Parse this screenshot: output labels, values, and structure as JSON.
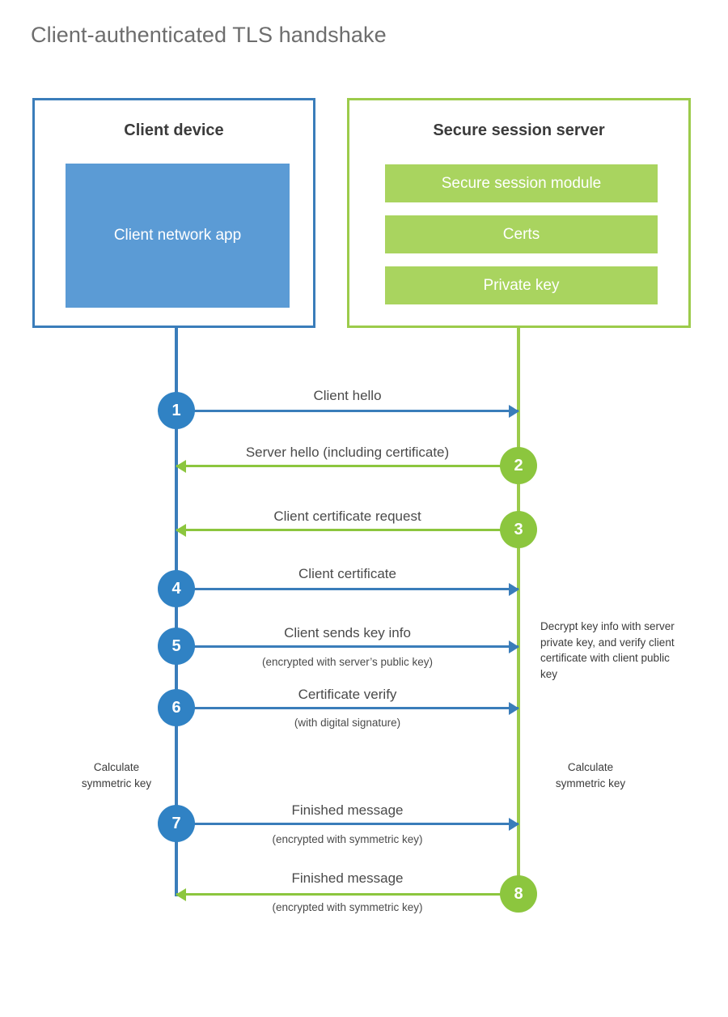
{
  "page": {
    "title": "Client-authenticated TLS handshake"
  },
  "colors": {
    "client_blue": "#3a7dba",
    "client_app_fill": "#5b9bd5",
    "server_green": "#9ccb4b",
    "server_bar_fill": "#a9d45f",
    "step_blue": "#3082c4",
    "step_green": "#8cc63e",
    "title_gray": "#6d6d6d",
    "text_gray": "#4a4a4a"
  },
  "client_box": {
    "title": "Client device",
    "app_label": "Client network app"
  },
  "server_box": {
    "title": "Secure session server",
    "modules": [
      "Secure session module",
      "Certs",
      "Private key"
    ]
  },
  "lifelines": {
    "client_label": "Client device",
    "server_label": "Secure session server"
  },
  "steps": [
    {
      "number": "1",
      "direction": "client-to-server",
      "actor": "client",
      "label": "Client hello",
      "sublabel": ""
    },
    {
      "number": "2",
      "direction": "server-to-client",
      "actor": "server",
      "label": "Server hello (including certificate)",
      "sublabel": ""
    },
    {
      "number": "3",
      "direction": "server-to-client",
      "actor": "server",
      "label": "Client certificate request",
      "sublabel": ""
    },
    {
      "number": "4",
      "direction": "client-to-server",
      "actor": "client",
      "label": "Client certificate",
      "sublabel": ""
    },
    {
      "number": "5",
      "direction": "client-to-server",
      "actor": "client",
      "label": "Client sends key info",
      "sublabel": "(encrypted with server’s public key)"
    },
    {
      "number": "6",
      "direction": "client-to-server",
      "actor": "client",
      "label": "Certificate verify",
      "sublabel": "(with digital signature)"
    },
    {
      "number": "7",
      "direction": "client-to-server",
      "actor": "client",
      "label": "Finished message",
      "sublabel": "(encrypted with symmetric key)"
    },
    {
      "number": "8",
      "direction": "server-to-client",
      "actor": "server",
      "label": "Finished message",
      "sublabel": "(encrypted with symmetric key)"
    }
  ],
  "notes": {
    "server_decrypt": "Decrypt key info with server private key, and verify client certificate with client public key",
    "client_calc": "Calculate symmetric key",
    "server_calc": "Calculate symmetric key"
  }
}
